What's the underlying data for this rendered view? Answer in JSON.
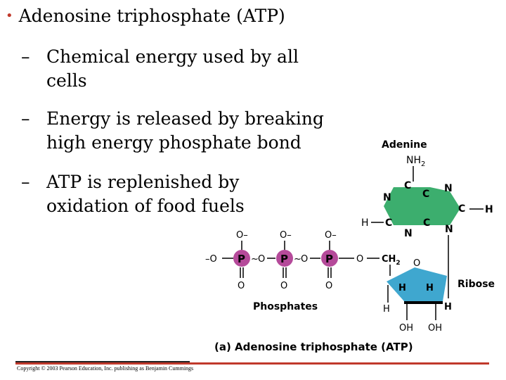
{
  "slide": {
    "main_bullet": "Adenosine triphosphate (ATP)",
    "sub_bullets": [
      {
        "line1": "Chemical energy used by all",
        "line2": "cells"
      },
      {
        "line1": "Energy is released by breaking",
        "line2": "high energy phosphate bond"
      },
      {
        "line1": "ATP is replenished by",
        "line2": "oxidation of food fuels"
      }
    ],
    "dash": "–"
  },
  "figure": {
    "adenine_label": "Adenine",
    "nh2": "NH",
    "nh2_sub": "2",
    "ribose_label": "Ribose",
    "phosphates_label": "Phosphates",
    "phosphate_symbol": "P",
    "o_minus": "O–",
    "o_minus_left": "–O",
    "o": "O",
    "ch2": "CH",
    "ch2_sub": "2",
    "c": "C",
    "n": "N",
    "h": "H",
    "oh": "OH",
    "tilde": "~",
    "caption": "(a) Adenosine triphosphate (ATP)",
    "colors": {
      "adenine": "#3cae6e",
      "ribose": "#3fa7cf",
      "phosphate": "#b54a9a",
      "accent_red": "#c0392b"
    }
  },
  "footer": {
    "copyright": "Copyright © 2003 Pearson Education, Inc. publishing as Benjamin Cummings"
  }
}
